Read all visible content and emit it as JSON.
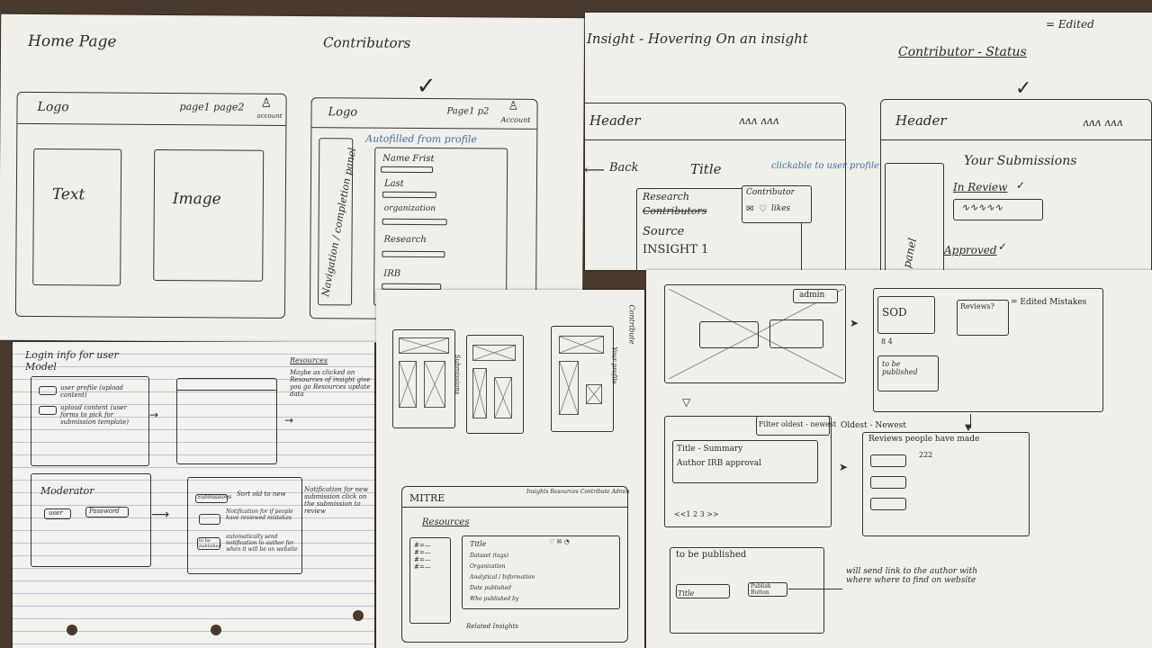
{
  "home": {
    "title": "Home Page",
    "logo": "Logo",
    "nav": "page1  page2",
    "account": "account",
    "text_block": "Text",
    "image_block": "Image"
  },
  "contributors": {
    "title": "Contributors",
    "logo": "Logo",
    "nav": "Page1  p2",
    "account": "Account",
    "sidebar": "Navigation / completion panel",
    "autofill_note": "Autofilled from profile",
    "fields": [
      "Name Frist",
      "Last",
      "organization",
      "Research",
      "IRB"
    ]
  },
  "insight": {
    "title": "Insight - Hovering On an insight",
    "header": "Header",
    "back": "Back",
    "page_title": "Title",
    "clickable_note": "clickable to user profile",
    "research": "Research",
    "contributors_struck": "Contributors",
    "source": "Source",
    "insight_label": "INSIGHT 1",
    "contributor": "Contributor",
    "likes": "likes"
  },
  "status": {
    "title": "Contributor - Status",
    "header": "Header",
    "panel": "panel",
    "your_submissions": "Your Submissions",
    "in_review": "In Review",
    "approved": "Approved"
  },
  "login": {
    "title": "Login info for user Model",
    "profile": "user profile (upload content)",
    "upload": "upload content (user forms to pick for submission template)",
    "moderator": "Moderator",
    "user": "user",
    "password": "Password",
    "submissions": "Submissions",
    "sort": "Sort old to new",
    "notification": "Notification for if people have reviewed mistakes",
    "to_be": "to be published",
    "auto": "automatically send notification to author for when it will be on website",
    "resources_title": "Resources",
    "resources_note": "Maybe as clicked on Resources of insight give you go Resources update data",
    "side_note": "Notification for new submission click on the submission to review"
  },
  "flow": {
    "contribute": "Contribute",
    "submissions": "Submissions",
    "user_profile": "Your profile",
    "mitre": "MITRE",
    "top_nav": "Insights  Resources  Contribute  Admin",
    "resources": "Resources",
    "card_title": "Title",
    "card_items": [
      "Dataset (tags)",
      "Organization",
      "Analytical / Information",
      "Date published",
      "Who published by"
    ],
    "related": "Related Insights"
  },
  "admin": {
    "admin_tag": "admin",
    "sod": "SOD",
    "counts": "8  4",
    "reviews_q": "Reviews?",
    "edited_note": "= Edited Mistakes",
    "to_be_published": "to be published",
    "filter": "Filter oldest - newest",
    "oldest_newest": "Oldest - Newest",
    "card_title": "Title - Summary",
    "card_sub": "Author IRB approval",
    "pager": "<<1  2  3  >>",
    "reviews_made": "Reviews people have made",
    "count_222": "222",
    "to_be_published_title": "to be published",
    "publish_btn": "Publish Button",
    "title_field": "Title",
    "will_send": "will send link to the author with where where to find on website",
    "edited_top": "= Edited"
  }
}
